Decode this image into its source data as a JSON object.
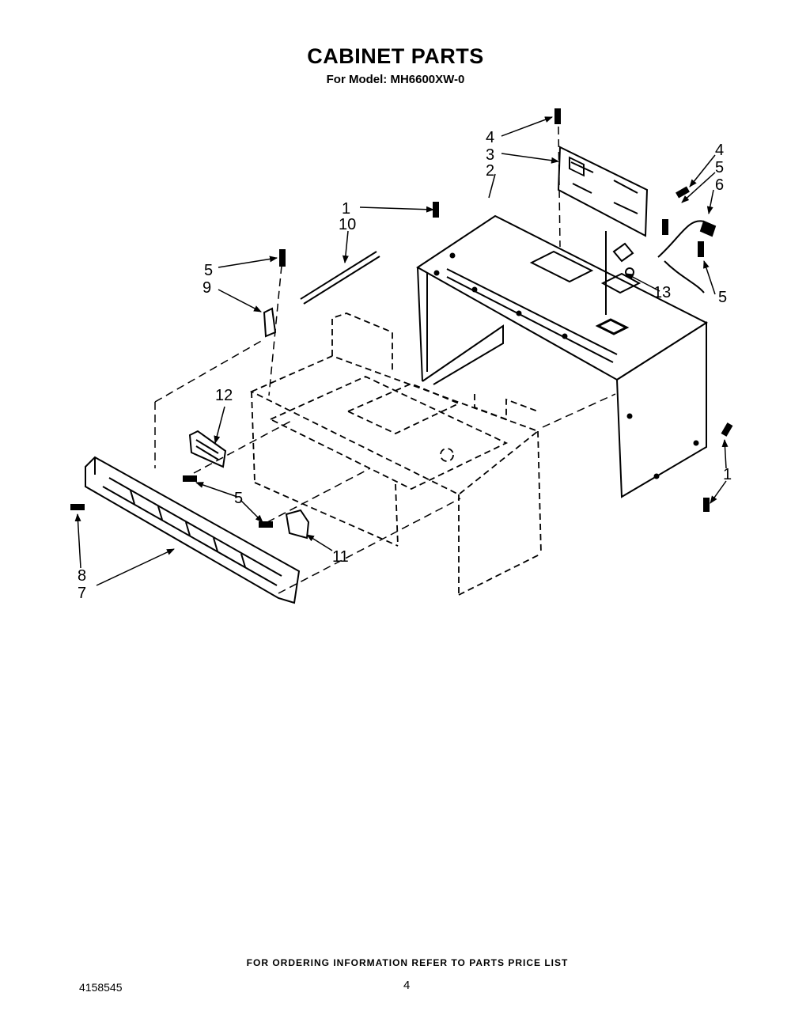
{
  "header": {
    "title": "CABINET PARTS",
    "subtitle": "For Model: MH6600XW-0"
  },
  "callouts": {
    "c1_top": "1",
    "c10": "10",
    "c5_left": "5",
    "c9": "9",
    "c4_top": "4",
    "c3": "3",
    "c2": "2",
    "c4_right": "4",
    "c5_right_top": "5",
    "c6": "6",
    "c13": "13",
    "c5_right_bottom": "5",
    "c1_right": "1",
    "c12": "12",
    "c5_mid": "5",
    "c11": "11",
    "c8": "8",
    "c7": "7"
  },
  "footer": {
    "note": "FOR ORDERING INFORMATION REFER TO PARTS PRICE LIST",
    "document_number": "4158545",
    "page_number": "4"
  }
}
